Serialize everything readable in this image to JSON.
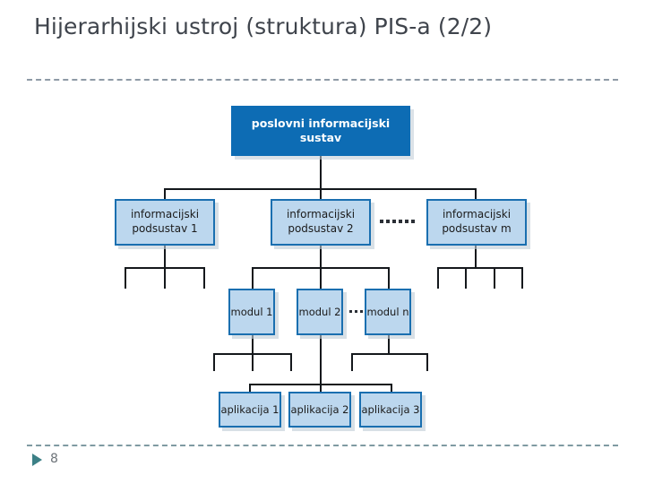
{
  "slide": {
    "title": "Hijerarhijski ustroj (struktura) PIS-a (2/2)",
    "page_number": "8",
    "bullet_icon": "triangle-right-icon",
    "accent_color": "#3c8086",
    "rule_color": "#8e9aa6"
  },
  "diagram": {
    "type": "hierarchy",
    "colors": {
      "root_fill": "#0d6cb4",
      "root_text": "#ffffff",
      "node_fill": "#bcd7ee",
      "node_border": "#1a6fb0",
      "node_text": "#1b1b1b",
      "connector": "#14181c"
    },
    "levels": [
      {
        "name": "root",
        "nodes": [
          {
            "id": "pis",
            "label": "poslovni informacijski sustav"
          }
        ]
      },
      {
        "name": "subsystems",
        "nodes": [
          {
            "id": "sub1",
            "label": "informacijski podsustav 1"
          },
          {
            "id": "sub2",
            "label": "informacijski podsustav 2"
          },
          {
            "id": "subm",
            "label": "informacijski podsustav m"
          }
        ],
        "ellipsis": "......"
      },
      {
        "name": "modules",
        "nodes": [
          {
            "id": "mod1",
            "label": "modul 1"
          },
          {
            "id": "mod2",
            "label": "modul 2"
          },
          {
            "id": "modn",
            "label": "modul n"
          }
        ],
        "ellipsis": "..."
      },
      {
        "name": "applications",
        "nodes": [
          {
            "id": "app1",
            "label": "aplikacija 1"
          },
          {
            "id": "app2",
            "label": "aplikacija 2"
          },
          {
            "id": "app3",
            "label": "aplikacija 3"
          }
        ]
      }
    ]
  }
}
